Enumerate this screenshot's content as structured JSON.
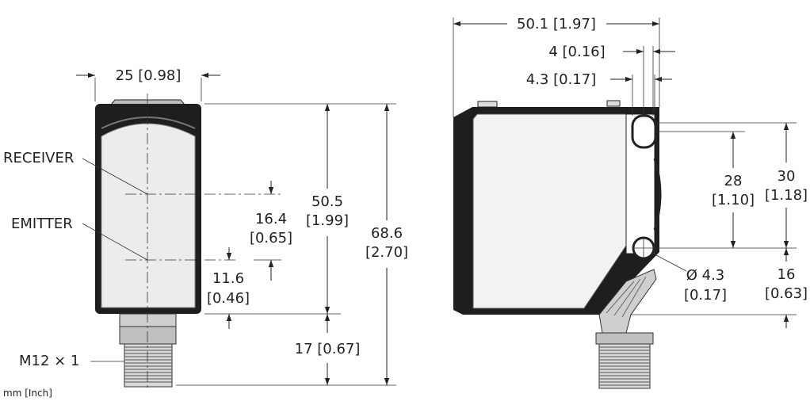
{
  "units_note": "mm [Inch]",
  "front_view": {
    "width_label": "25 [0.98]",
    "receiver_label": "RECEIVER",
    "emitter_label": "EMITTER",
    "connector_label": "M12 × 1",
    "dim_16_4_a": "16.4",
    "dim_16_4_b": "[0.65]",
    "dim_11_6_a": "11.6",
    "dim_11_6_b": "[0.46]",
    "dim_50_5_a": "50.5",
    "dim_50_5_b": "[1.99]",
    "dim_68_6_a": "68.6",
    "dim_68_6_b": "[2.70]",
    "dim_17": "17 [0.67]"
  },
  "side_view": {
    "dim_50_1": "50.1 [1.97]",
    "dim_4": "4 [0.16]",
    "dim_4_3": "4.3 [0.17]",
    "dim_28_a": "28",
    "dim_28_b": "[1.10]",
    "dim_30_a": "30",
    "dim_30_b": "[1.18]",
    "dim_hole_a": "Ø 4.3",
    "dim_hole_b": "[0.17]",
    "dim_16_a": "16",
    "dim_16_b": "[0.63]"
  }
}
